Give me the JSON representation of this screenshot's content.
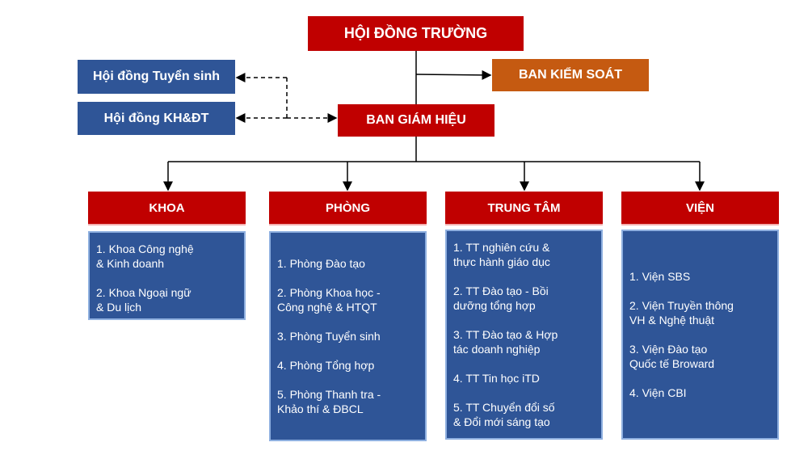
{
  "colors": {
    "red": "#c00000",
    "orange": "#c55a11",
    "blue": "#2f5597"
  },
  "top": {
    "council": "HỘI ĐỒNG TRƯỜNG",
    "control": "BAN KIỂM SOÁT",
    "board": "BAN GIÁM HIỆU",
    "admissions_council": "Hội đồng Tuyển sinh",
    "science_council": "Hội đồng KH&ĐT"
  },
  "units": [
    {
      "title": "KHOA",
      "items": [
        "1. Khoa Công nghệ\n   & Kinh doanh",
        "2. Khoa Ngoại ngữ\n   & Du lịch"
      ]
    },
    {
      "title": "PHÒNG",
      "items": [
        "1. Phòng Đào tạo",
        "2. Phòng Khoa học -\n   Công nghệ & HTQT",
        "3. Phòng Tuyển sinh",
        "4. Phòng Tổng hợp",
        "5. Phòng Thanh tra -\n   Khảo thí & ĐBCL"
      ]
    },
    {
      "title": "TRUNG TÂM",
      "items": [
        "1. TT nghiên cứu &\n   thực hành giáo dục",
        "2. TT Đào tạo - Bồi\n   dưỡng tổng hợp",
        "3. TT Đào tạo & Hợp\n   tác doanh nghiệp",
        "4. TT Tin học iTD",
        "5. TT Chuyển đổi số\n  & Đổi mới sáng tạo"
      ]
    },
    {
      "title": "VIỆN",
      "items": [
        "1. Viện SBS",
        "2. Viện Truyền thông\n   VH & Nghệ thuật",
        "3. Viện Đào tạo\n   Quốc tế Broward",
        "4. Viện CBI"
      ]
    }
  ]
}
